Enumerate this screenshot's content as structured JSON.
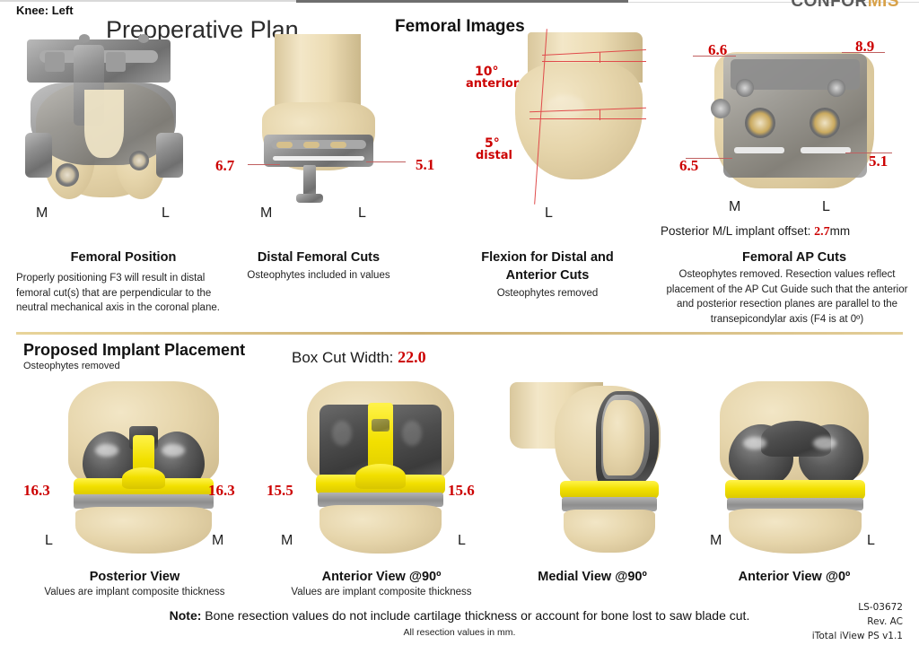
{
  "header": {
    "knee_label": "Knee: Left",
    "logo_primary": "CONFOR",
    "logo_secondary": "MIS",
    "title": "Preoperative Plan",
    "section_title": "Femoral Images"
  },
  "femoral_position": {
    "caption": "Femoral Position",
    "body": "Properly positioning F3 will result in distal femoral cut(s) that are perpendicular to the neutral mechanical axis in the coronal plane.",
    "label_medial": "M",
    "label_lateral": "L"
  },
  "distal_femoral_cuts": {
    "caption": "Distal Femoral Cuts",
    "subcaption": "Osteophytes included in values",
    "value_medial": "6.7",
    "value_lateral": "5.1",
    "label_medial": "M",
    "label_lateral": "L"
  },
  "flexion": {
    "caption_line1": "Flexion for Distal and",
    "caption_line2": "Anterior Cuts",
    "subcaption": "Osteophytes removed",
    "anterior_angle": "10°",
    "anterior_label": "anterior",
    "distal_angle": "5°",
    "distal_label": "distal",
    "label_lateral": "L"
  },
  "femoral_ap_cuts": {
    "caption": "Femoral AP Cuts",
    "body": "Osteophytes removed. Resection values reflect placement of the AP Cut Guide such that the anterior and posterior resection planes are parallel to the transepicondylar axis (F4 is at 0º)",
    "value_top_medial": "6.6",
    "value_top_lateral": "8.9",
    "value_bottom_medial": "6.5",
    "value_bottom_lateral": "5.1",
    "label_medial": "M",
    "label_lateral": "L",
    "offset_label": "Posterior M/L implant offset:",
    "offset_value": "2.7",
    "offset_unit": "mm"
  },
  "implant_placement": {
    "title": "Proposed Implant Placement",
    "subtitle": "Osteophytes removed",
    "box_cut_label": "Box Cut Width:",
    "box_cut_value": "22.0"
  },
  "views": [
    {
      "caption": "Posterior View",
      "subcaption": "Values are implant composite thickness",
      "value_left": "16.3",
      "value_right": "16.3",
      "label_left": "L",
      "label_right": "M"
    },
    {
      "caption": "Anterior View @90º",
      "subcaption": "Values are implant composite thickness",
      "value_left": "15.5",
      "value_right": "15.6",
      "label_left": "M",
      "label_right": "L"
    },
    {
      "caption": "Medial View @90º",
      "subcaption": "",
      "value_left": "",
      "value_right": "",
      "label_left": "",
      "label_right": ""
    },
    {
      "caption": "Anterior View @0º",
      "subcaption": "",
      "value_left": "",
      "value_right": "",
      "label_left": "M",
      "label_right": "L"
    }
  ],
  "footer": {
    "note_prefix": "Note:",
    "note_text": " Bone resection values do not include cartilage thickness or account for bone lost to saw blade cut.",
    "units_note": "All resection values in mm.",
    "doc_id": "LS-03672",
    "revision": "Rev. AC",
    "software": "iTotal iView PS v1.1"
  },
  "colors": {
    "value_red": "#cc0000",
    "divider_gold": "#cdb072",
    "bone": "#e6d5ab",
    "implant_yellow": "#f2e000",
    "metal_gray": "#8f8f8f"
  }
}
